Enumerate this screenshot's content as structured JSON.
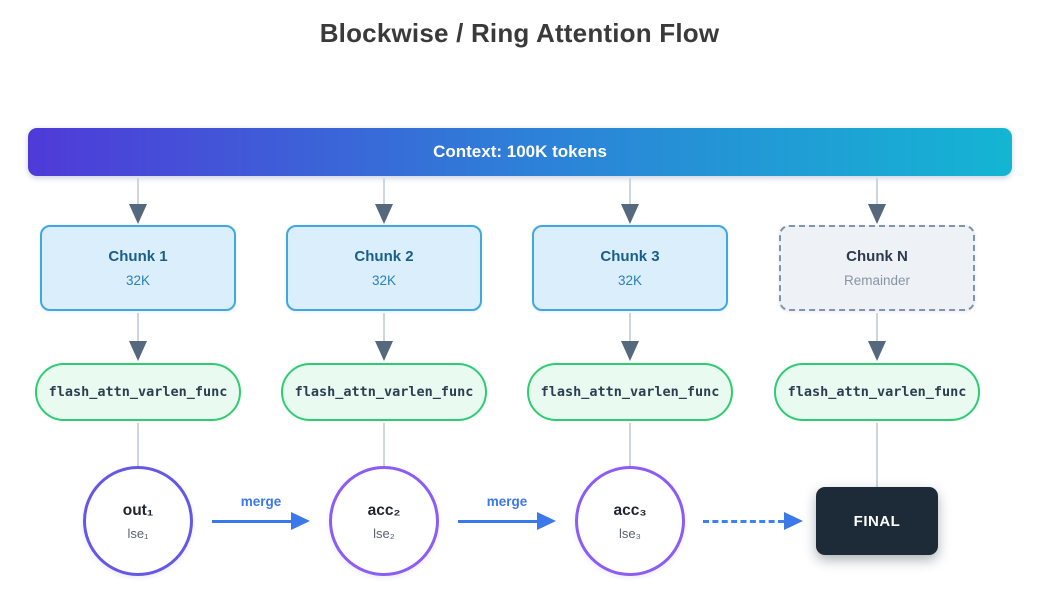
{
  "title": "Blockwise / Ring Attention Flow",
  "context_bar": {
    "label": "Context: 100K tokens"
  },
  "columns": [
    {
      "chunk_title": "Chunk 1",
      "chunk_sub": "32K",
      "func_label": "flash_attn_varlen_func",
      "node_title": "out₁",
      "node_sub": "lse₁"
    },
    {
      "chunk_title": "Chunk 2",
      "chunk_sub": "32K",
      "func_label": "flash_attn_varlen_func",
      "node_title": "acc₂",
      "node_sub": "lse₂"
    },
    {
      "chunk_title": "Chunk 3",
      "chunk_sub": "32K",
      "func_label": "flash_attn_varlen_func",
      "node_title": "acc₃",
      "node_sub": "lse₃"
    },
    {
      "chunk_title": "Chunk N",
      "chunk_sub": "Remainder",
      "func_label": "flash_attn_varlen_func"
    }
  ],
  "merge_arrows": [
    {
      "label": "merge"
    },
    {
      "label": "merge"
    }
  ],
  "final_node": {
    "label": "FINAL"
  },
  "colors": {
    "banner_gradient_start": "#4f3ad8",
    "banner_gradient_mid": "#2e7fd8",
    "banner_gradient_end": "#14b5d3",
    "chunk_bg": "#daeefb",
    "chunk_border": "#41a7e0",
    "chunk_title_text": "#1a5e8c",
    "chunk_sub_text": "#2c80b4",
    "chunk_n_bg": "#eef1f6",
    "chunk_n_border": "#8494a8",
    "func_bg": "#e9fbf0",
    "func_border": "#2ecc71",
    "circle_1_border": "#6558e9",
    "circle_2_3_border": "#8b5cf6",
    "merge_blue": "#3b78ea",
    "arrowhead_slate": "#56687d",
    "connector_gray": "#cdd5df",
    "final_bg": "#1d2a38"
  }
}
